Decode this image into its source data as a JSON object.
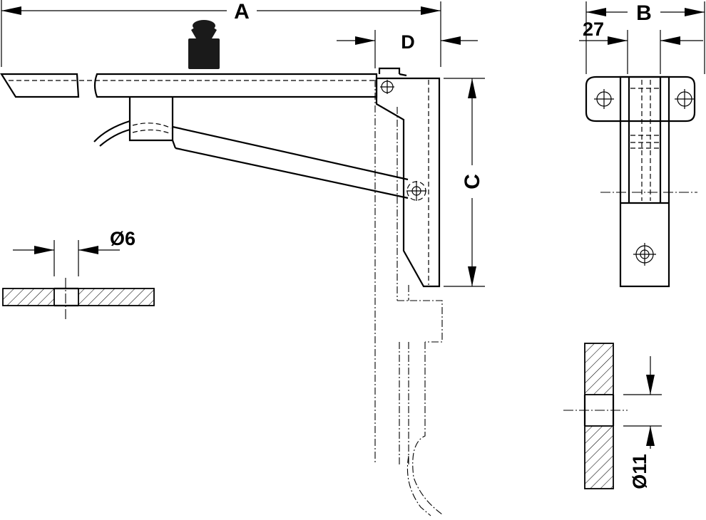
{
  "labels": {
    "dim_a": "A",
    "dim_b": "B",
    "dim_c": "C",
    "dim_d": "D",
    "dim_27": "27",
    "dim_d6": "Ø6",
    "dim_d11": "Ø11"
  },
  "colors": {
    "line": "#000000",
    "background": "#ffffff",
    "weight": "#1a1a1a"
  }
}
